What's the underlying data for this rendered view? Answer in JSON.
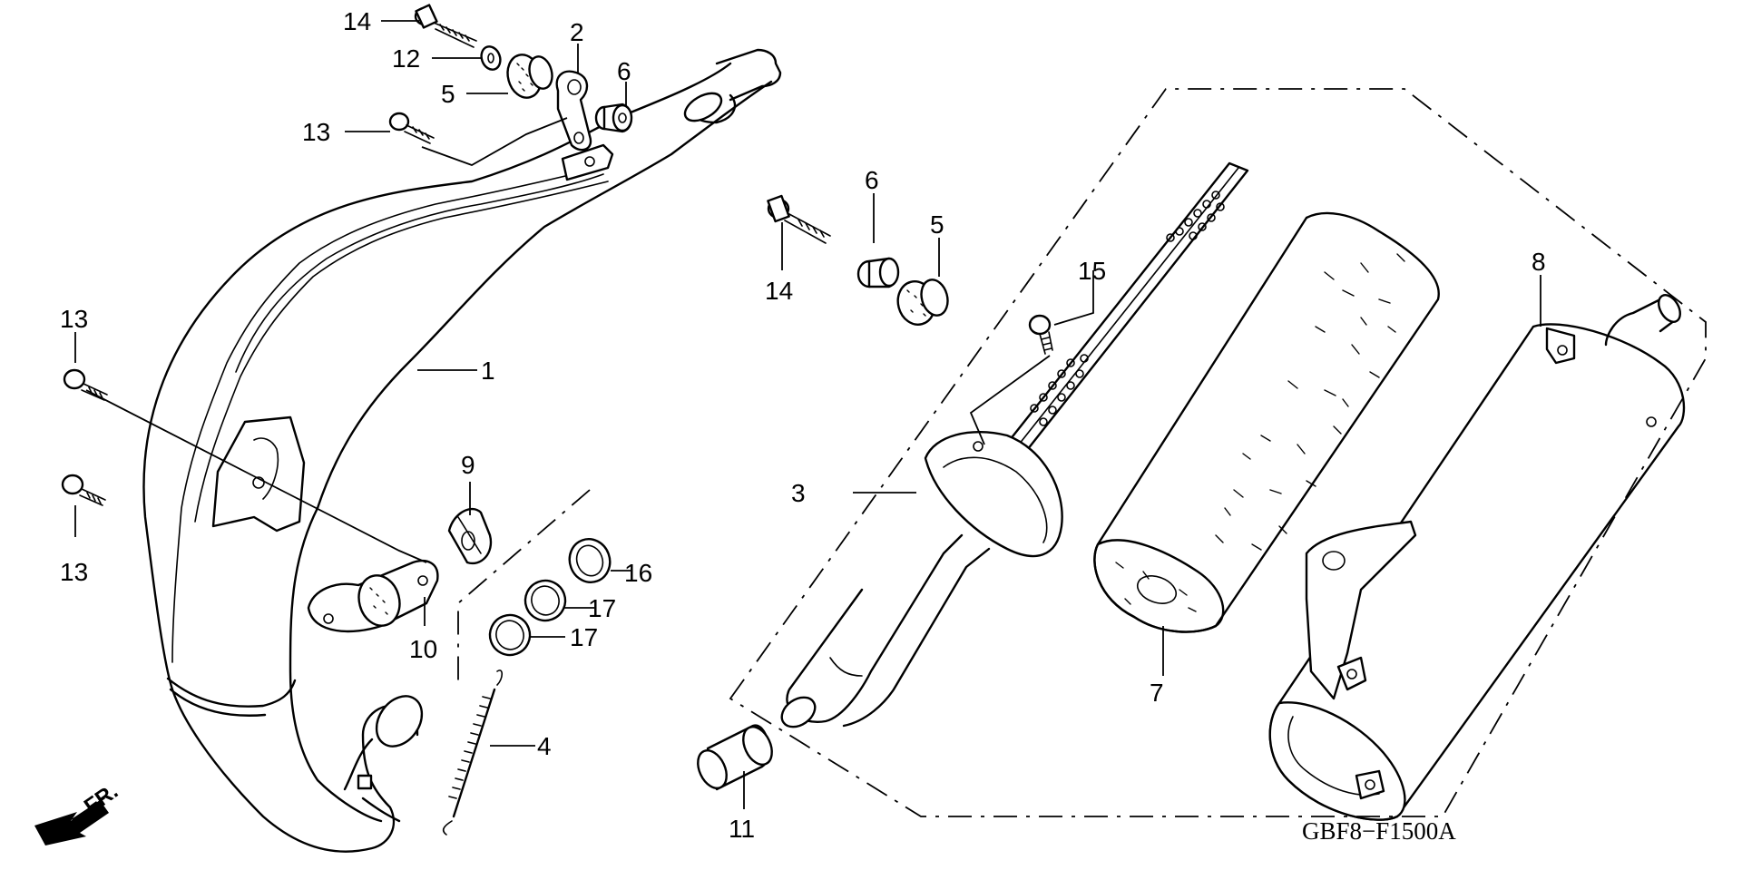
{
  "diagram": {
    "code": "GBF8−F1500A",
    "direction_label": "FR.",
    "callouts": [
      "14",
      "12",
      "2",
      "5",
      "6",
      "13",
      "13",
      "13",
      "1",
      "6",
      "5",
      "14",
      "15",
      "8",
      "3",
      "9",
      "10",
      "16",
      "17",
      "17",
      "4",
      "7",
      "11"
    ]
  }
}
